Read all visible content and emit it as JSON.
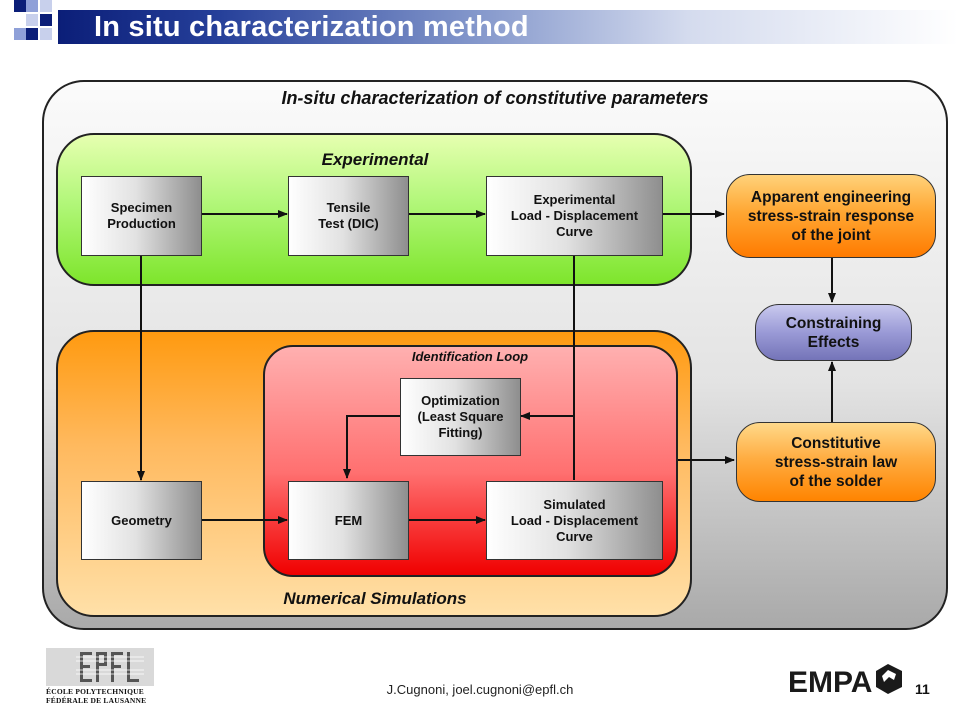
{
  "slide": {
    "title": "In situ characterization method",
    "footer": "J.Cugnoni, joel.cugnoni@epfl.ch",
    "page_number": "11"
  },
  "diagram": {
    "outer_heading": "In-situ characterization of constitutive parameters",
    "experimental_heading": "Experimental",
    "numerical_heading": "Numerical Simulations",
    "loop_heading": "Identification Loop",
    "nodes": {
      "specimen": "Specimen\nProduction",
      "tensile": "Tensile\nTest (DIC)",
      "exp_curve": "Experimental\nLoad - Displacement\nCurve",
      "optimization": "Optimization\n(Least Square\nFitting)",
      "geometry": "Geometry",
      "fem": "FEM",
      "sim_curve": "Simulated\nLoad - Displacement\nCurve",
      "apparent": "Apparent engineering\nstress-strain response\nof the joint",
      "constraining": "Constraining\nEffects",
      "constitutive": "Constitutive\nstress-strain law\nof the solder"
    }
  },
  "logos": {
    "epfl_line1": "ÉCOLE POLYTECHNIQUE",
    "epfl_line2": "FÉDÉRALE DE LAUSANNE",
    "empa": "EMPA"
  },
  "colors": {
    "title_bar": "#0b1e78",
    "experimental_panel": "#7ee52c",
    "numerical_panel": "#ffb95e",
    "loop_panel": "#ff4040",
    "pill_orange": "#ff8c1a",
    "pill_violet": "#8f8fcf"
  }
}
